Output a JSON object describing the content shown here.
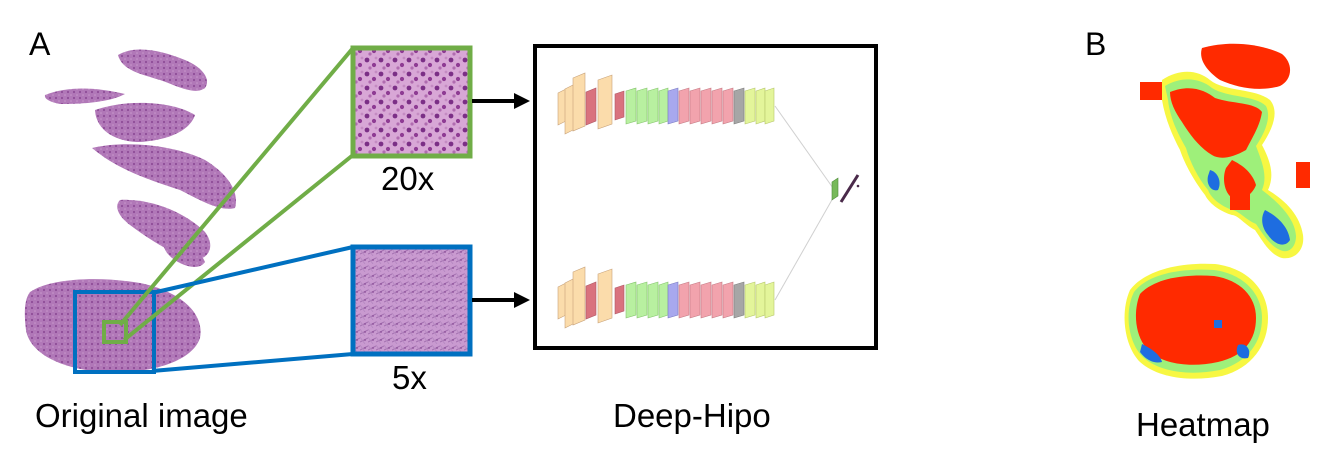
{
  "panel_a": {
    "letter": "A",
    "original_caption": "Original image",
    "zoom_high_label": "20x",
    "zoom_low_label": "5x",
    "model_caption": "Deep-Hipo"
  },
  "panel_b": {
    "letter": "B",
    "caption": "Heatmap"
  },
  "colors": {
    "tissue": "#a45ea8",
    "zoom_20x_border": "#70ad47",
    "zoom_5x_border": "#0070c0",
    "layer_input": "#fbdcab",
    "layer_pool": "#d9727e",
    "layer_conv_a": "#b8f0a0",
    "layer_conv_b": "#a8a8ee",
    "layer_conv_c": "#f2a3ad",
    "layer_gray": "#a6a6a6",
    "layer_dense": "#e3f59a",
    "merge_output": "#4a2a4a",
    "heat_red": "#ff2a00",
    "heat_yellow": "#f7f742",
    "heat_green": "#9ef07a",
    "heat_blue": "#1e6de0"
  }
}
